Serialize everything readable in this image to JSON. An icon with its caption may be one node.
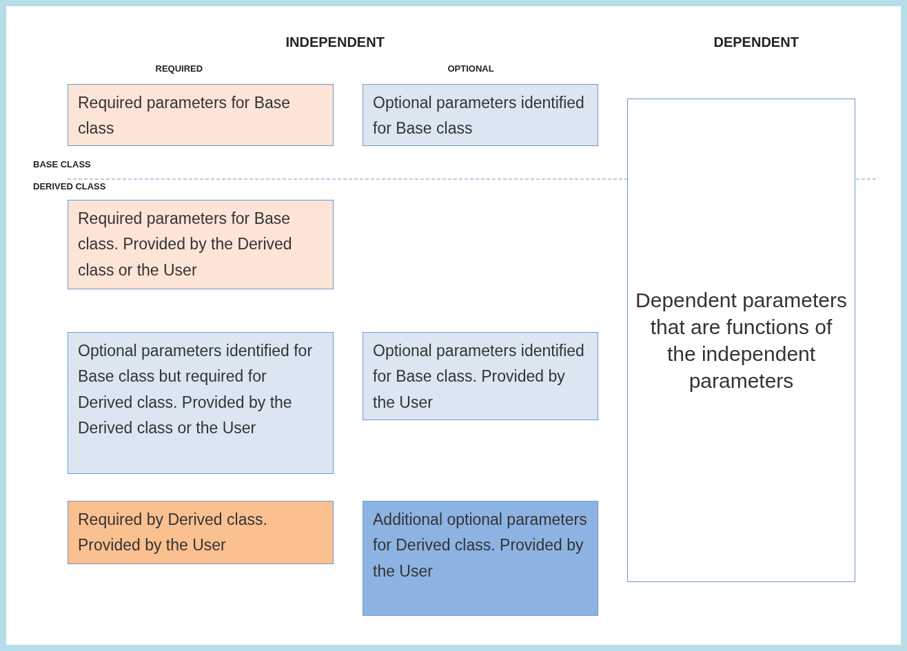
{
  "diagram": {
    "nodes": [
      {
        "text": [
          "Required parameters for Base class"
        ]
      },
      {
        "text": [
          "Optional parameters identified for Base class"
        ]
      },
      {
        "text": [
          "Dependent parameters that are functions of the independent parameters"
        ]
      },
      {
        "text": [
          "Required parameters for Base class. Provided by the Derived class or the User"
        ]
      },
      {
        "text": [
          "Optional parameters identified for Base class but required for Derived class. Provided by the Derived class or the User"
        ]
      },
      {
        "text": [
          "Optional parameters identified for Base class. Provided by the User"
        ]
      },
      {
        "text": [
          "Required by Derived class. Provided by the User"
        ]
      },
      {
        "text": [
          "Additional optional parameters for Derived class. Provided by the User"
        ]
      }
    ],
    "edges": [],
    "labels": [
      "INDEPENDENT",
      "DEPENDENT",
      "REQUIRED",
      "OPTIONAL",
      "BASE CLASS",
      "DERIVED CLASS"
    ]
  }
}
